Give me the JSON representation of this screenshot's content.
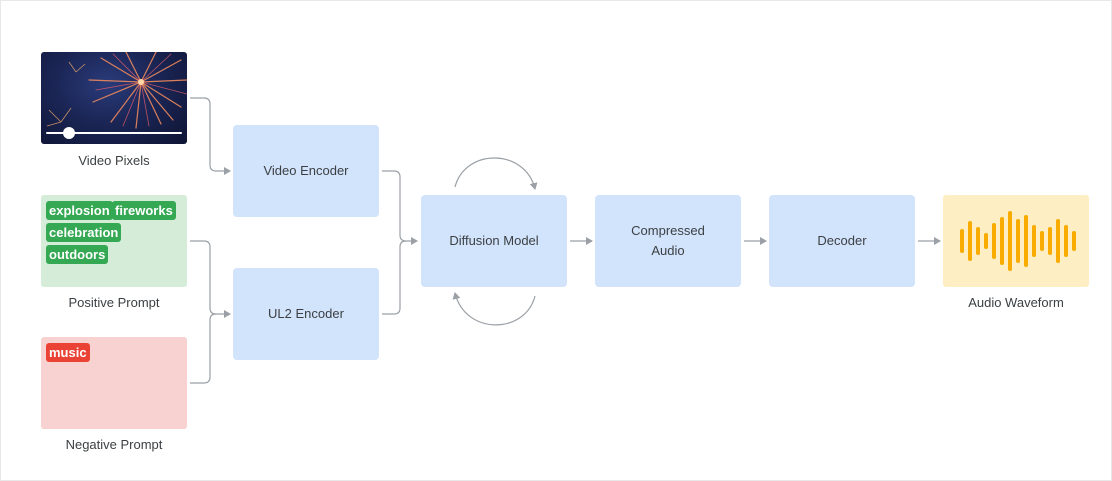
{
  "inputs": {
    "video": {
      "label": "Video Pixels",
      "progress": 0.17
    },
    "positive_prompt": {
      "label": "Positive Prompt",
      "tags": [
        "explosion",
        "fireworks",
        "celebration",
        "outdoors"
      ]
    },
    "negative_prompt": {
      "label": "Negative Prompt",
      "tags": [
        "music"
      ]
    }
  },
  "encoders": {
    "video": "Video Encoder",
    "text": "UL2 Encoder"
  },
  "pipeline": {
    "diffusion": "Diffusion Model",
    "compressed_line1": "Compressed",
    "compressed_line2": "Audio",
    "decoder": "Decoder"
  },
  "output": {
    "label": "Audio Waveform"
  },
  "colors": {
    "box_blue": "#d2e3fc",
    "positive_bg": "#d5ecd8",
    "tag_green": "#34a853",
    "negative_bg": "#f8d2d0",
    "tag_red": "#ea4335",
    "waveform_bg": "#fdefc3",
    "waveform_bar": "#f9ab00",
    "arrow": "#9aa0a6"
  },
  "icons": {
    "video": "fireworks-image",
    "output": "waveform-icon"
  }
}
